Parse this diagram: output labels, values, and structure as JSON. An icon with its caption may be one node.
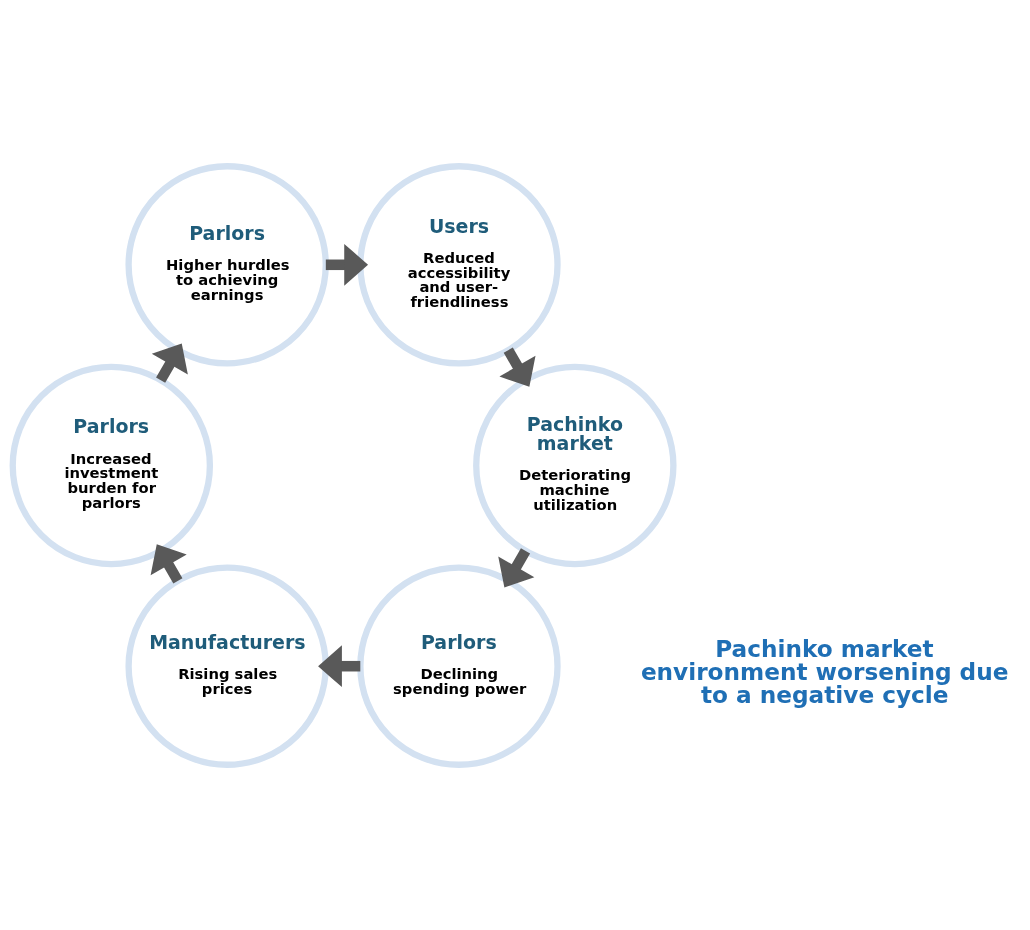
{
  "diagram": {
    "nodes": [
      {
        "text": [
          "Parlors",
          "Declining spending power"
        ]
      },
      {
        "text": [
          "Manufacturers",
          "Rising sales prices"
        ]
      },
      {
        "text": [
          "Pachinko market",
          "Deteriorating machine utilization"
        ]
      },
      {
        "text": [
          "Parlors",
          "Increased investment burden for parlors"
        ]
      },
      {
        "text": [
          "Users",
          "Reduced accessibility and user-friendliness"
        ]
      },
      {
        "text": [
          "Parlors",
          "Higher hurdles to achieving earnings"
        ]
      }
    ],
    "edges": [
      {
        "from": 0,
        "to": 1,
        "arrow": "to"
      },
      {
        "from": 1,
        "to": 3,
        "arrow": "to"
      },
      {
        "from": 3,
        "to": 5,
        "arrow": "to"
      },
      {
        "from": 5,
        "to": 4,
        "arrow": "to"
      },
      {
        "from": 4,
        "to": 2,
        "arrow": "to"
      },
      {
        "from": 2,
        "to": 0,
        "arrow": "to"
      }
    ],
    "labels": [
      "Pachinko market environment worsening due to a negative cycle"
    ]
  }
}
